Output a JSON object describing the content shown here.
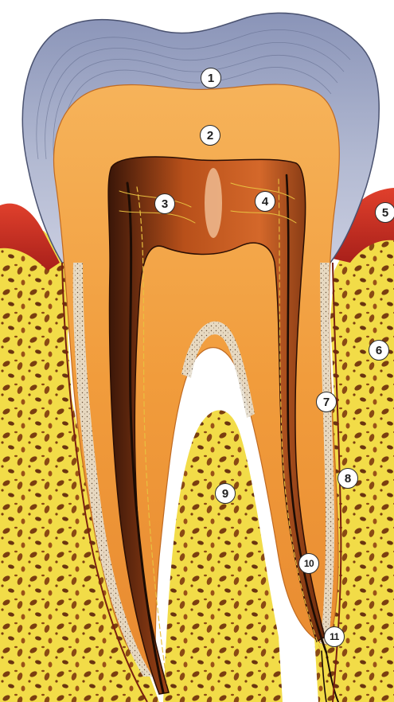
{
  "colors": {
    "enamel": "#9fa8c4",
    "dentin": "#f0a040",
    "pulp": "#c85a1e",
    "gum": "#d83a2a",
    "bone": "#f2dc48",
    "bone_pores": "#8a4a14",
    "cementum": "#e8e2d0",
    "nerve": "#1c0c04"
  },
  "callouts": [
    {
      "number": "1"
    },
    {
      "number": "2"
    },
    {
      "number": "3"
    },
    {
      "number": "4"
    },
    {
      "number": "5"
    },
    {
      "number": "6"
    },
    {
      "number": "7"
    },
    {
      "number": "8"
    },
    {
      "number": "9"
    },
    {
      "number": "10"
    },
    {
      "number": "11"
    }
  ]
}
